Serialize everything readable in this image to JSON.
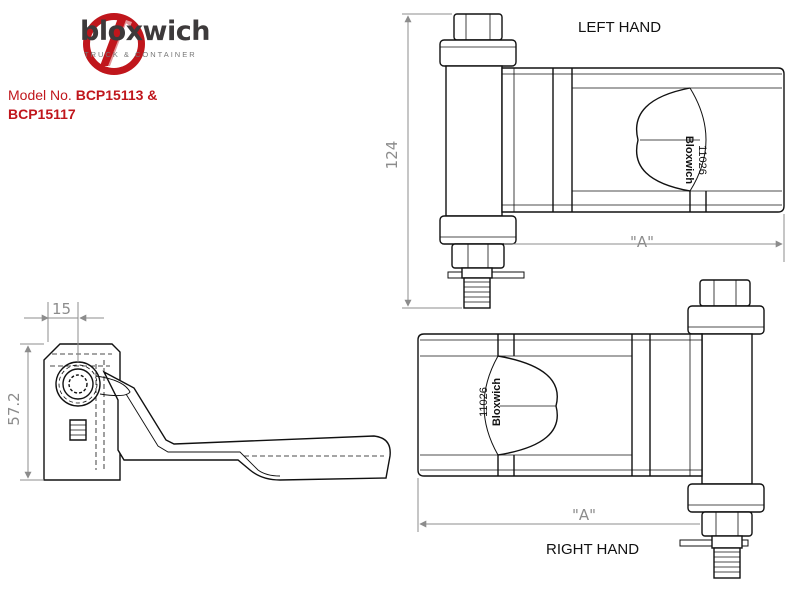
{
  "brand": {
    "name": "bloxwich",
    "tagline": "TRUCK & CONTAINER",
    "accent_color": "#c0161c",
    "text_color": "#3d3a3b"
  },
  "model": {
    "label": "Model No.",
    "number_line1": "BCP15113 &",
    "number_line2": "BCP15117"
  },
  "views": {
    "left_hand_label": "LEFT HAND",
    "right_hand_label": "RIGHT HAND",
    "left_part_number": "11026",
    "left_stamp": "Bloxwich",
    "right_part_number": "11026",
    "right_stamp": "Bloxwich"
  },
  "dimensions": {
    "height": "124",
    "width_a_top": "\"A\"",
    "width_a_bottom": "\"A\"",
    "side_offset": "15",
    "side_height": "57.2"
  }
}
